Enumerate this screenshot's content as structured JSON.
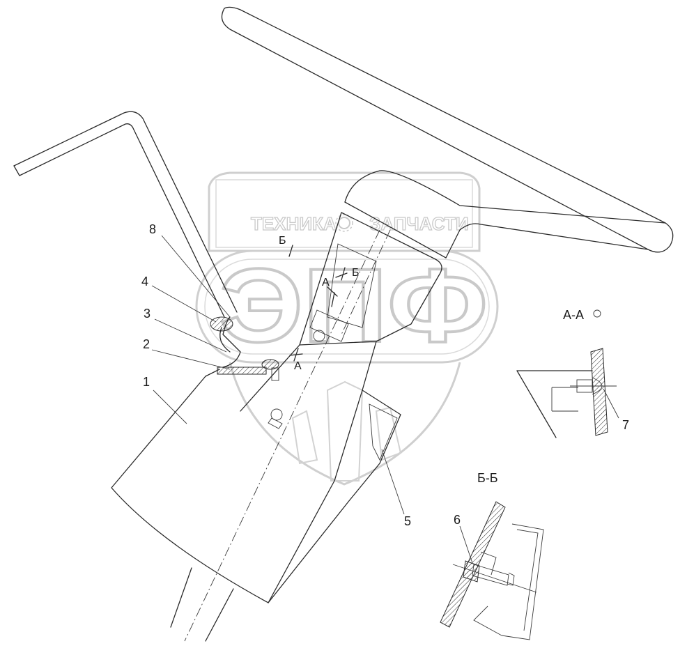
{
  "watermark": {
    "left_word": "ТЕХНИКА",
    "right_word": "ЗАПЧАСТИ",
    "big_text": "ЭПФ"
  },
  "callouts": {
    "c1": "1",
    "c2": "2",
    "c3": "3",
    "c4": "4",
    "c5": "5",
    "c6": "6",
    "c7": "7",
    "c8": "8"
  },
  "section_marks": {
    "a_upper": "А",
    "a_lower": "А",
    "b_left": "Б",
    "b_right": "Б"
  },
  "section_titles": {
    "aa": "А-А",
    "bb": "Б-Б"
  }
}
